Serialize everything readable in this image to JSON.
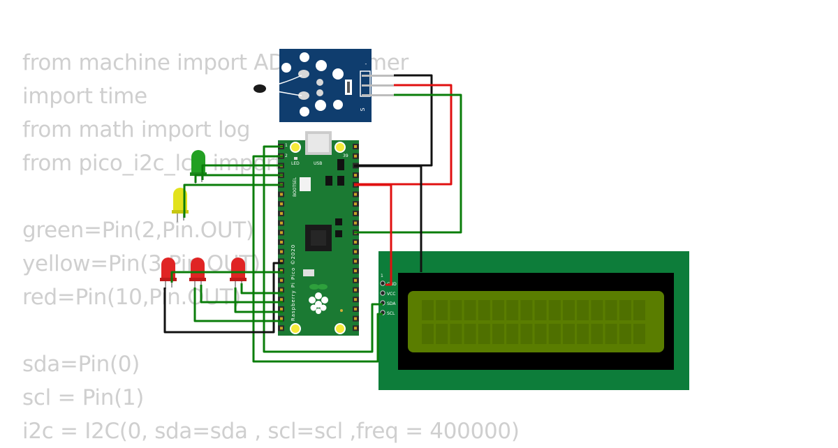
{
  "code_lines": [
    "from machine import ADC,I2C,Timer",
    "import time",
    "from math import log",
    "from pico_i2c_lcd import",
    "",
    "green=Pin(2,Pin.OUT)",
    "yellow=Pin(3,Pin.OUT)",
    "red=Pin(10,Pin.OUT)",
    "",
    "sda=Pin(0)",
    "scl = Pin(1)",
    "i2c = I2C(0, sda=sda , scl=scl ,freq = 400000)"
  ],
  "sensor": {
    "pin_minus": "-",
    "pin_signal": "S"
  },
  "pico": {
    "label_usb": "USB",
    "label_led": "LED",
    "label_bootsel": "BOOTSEL",
    "pin_1": "1",
    "pin_2": "2",
    "pin_39": "39",
    "board_name": "Raspberry Pi Pico ©2020"
  },
  "lcd": {
    "pin_index": "1",
    "pins": [
      "GND",
      "VCC",
      "SDA",
      "SCL"
    ]
  },
  "colors": {
    "wire_green": "#0a7d0a",
    "wire_red": "#e01010",
    "wire_black": "#111111",
    "pcb_green": "#1b7a33",
    "lcd_board": "#0d7d3a",
    "lcd_screen": "#5a7d00",
    "sensor_board": "#0f3d6e",
    "code_text": "#cfcfcf"
  }
}
